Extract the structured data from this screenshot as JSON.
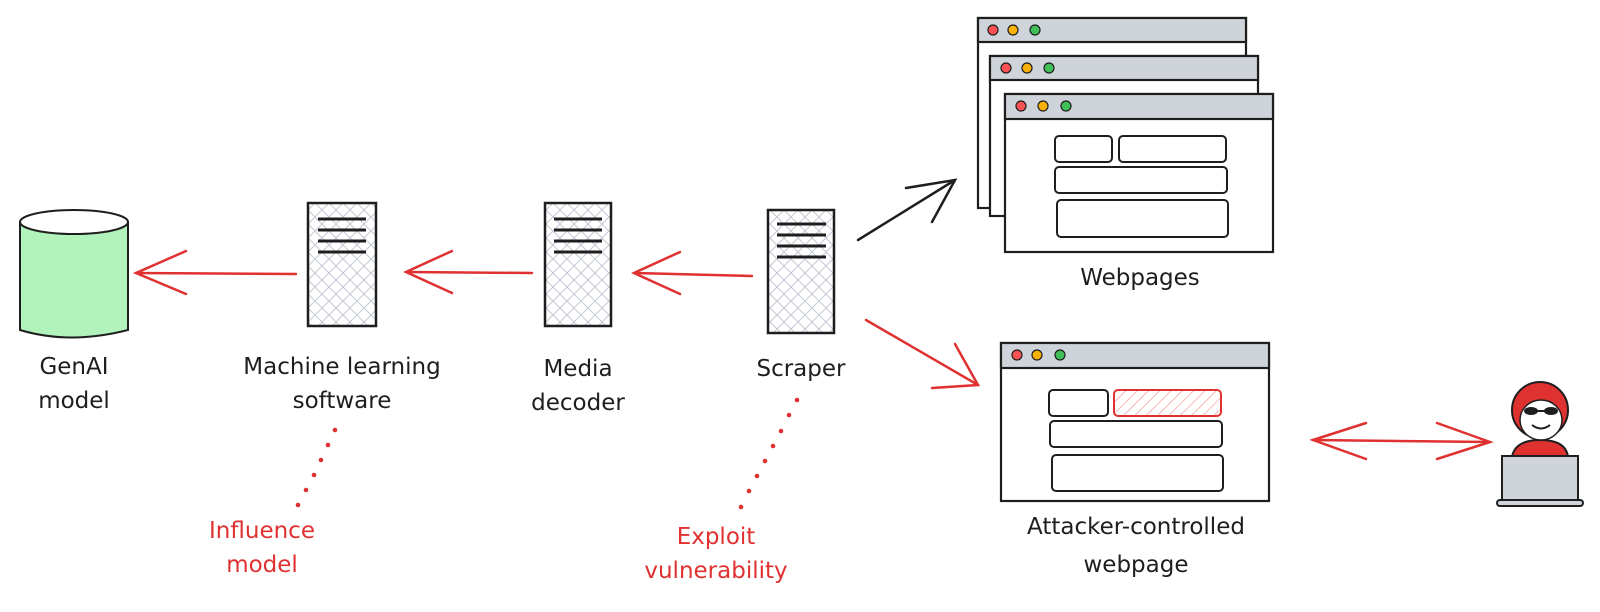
{
  "colors": {
    "stroke": "#1e1e1e",
    "red": "#e03131",
    "model_fill": "#b2f2bb",
    "titlebar": "#ced4da",
    "dot_red": "#fa5252",
    "dot_yellow": "#fab005",
    "dot_green": "#40c057",
    "hatch": "#c3c9d4"
  },
  "nodes": {
    "genai_model": {
      "line1": "GenAI",
      "line2": "model",
      "icon": "database-cylinder-icon"
    },
    "ml_software": {
      "line1": "Machine learning",
      "line2": "software",
      "icon": "server-icon"
    },
    "media_decoder": {
      "line1": "Media",
      "line2": "decoder",
      "icon": "server-icon"
    },
    "scraper": {
      "line1": "Scraper",
      "icon": "server-icon"
    },
    "webpages": {
      "label": "Webpages",
      "icon": "browser-window-stack-icon"
    },
    "attacker_webpage": {
      "line1": "Attacker-controlled",
      "line2": "webpage",
      "icon": "browser-window-icon"
    },
    "attacker": {
      "icon": "hooded-hacker-laptop-icon"
    }
  },
  "annotations": {
    "influence": {
      "line1": "Influence",
      "line2": "model"
    },
    "exploit": {
      "line1": "Exploit",
      "line2": "vulnerability"
    }
  }
}
